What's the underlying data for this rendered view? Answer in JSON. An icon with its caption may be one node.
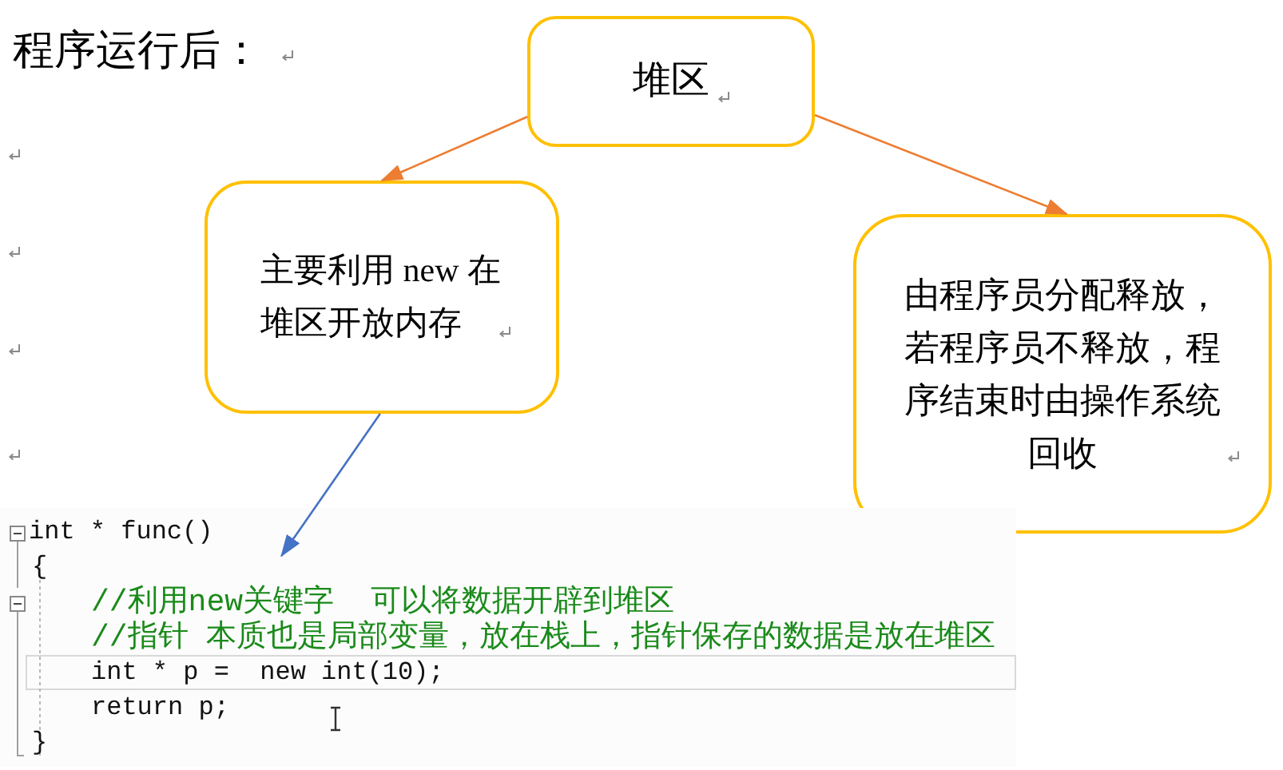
{
  "diagram": {
    "title": "程序运行后：",
    "nodes": [
      {
        "text": [
          "堆区"
        ]
      },
      {
        "text": [
          "主要利用 new 在堆区开放内存"
        ]
      },
      {
        "text": [
          "由程序员分配释放，若程序员不释放，程序结束时由操作系统回收"
        ]
      },
      {
        "text": [
          "int * func()",
          "{",
          "//利用new关键字  可以将数据开辟到堆区",
          "//指针 本质也是局部变量，放在栈上，指针保存的数据是放在堆区",
          "int * p =  new int(10);",
          "return p;",
          "}"
        ]
      }
    ],
    "edges": [
      {
        "from": 0,
        "to": 1,
        "arrow": "to"
      },
      {
        "from": 0,
        "to": 2,
        "arrow": "to"
      },
      {
        "from": 1,
        "to": 3,
        "arrow": "to",
        "color": "#4472c4"
      }
    ]
  }
}
